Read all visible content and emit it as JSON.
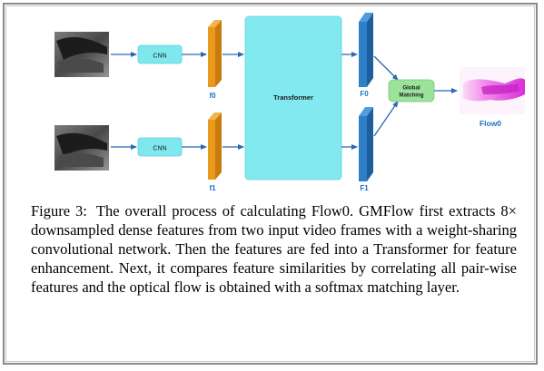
{
  "diagram": {
    "nodes": {
      "cnn_top": "CNN",
      "cnn_bottom": "CNN",
      "transformer": "Transformer",
      "matching_line1": "Global",
      "matching_line2": "Matching"
    },
    "labels": {
      "f0": "f0",
      "f1": "f1",
      "F0": "F0",
      "F1": "F1",
      "flow0": "Flow0"
    },
    "colors": {
      "cnn_fill": "#7fe8ef",
      "transformer_fill": "#82e9f0",
      "matching_fill": "#9be39b",
      "feature_orange": "#e79a1e",
      "feature_blue": "#2d7fc6",
      "arrow": "#2b67b5",
      "label_blue": "#1f6fc4",
      "flow_magenta": "#e24be0"
    }
  },
  "caption": {
    "label": "Figure 3:",
    "text": "The overall process of calculating Flow0. GMFlow first extracts 8× downsampled dense features from two input video frames with a weight-sharing convolutional network. Then the features are fed into a Transformer for feature enhancement. Next, it compares feature similarities by correlating all pair-wise features and the optical flow is obtained with a softmax matching layer."
  }
}
